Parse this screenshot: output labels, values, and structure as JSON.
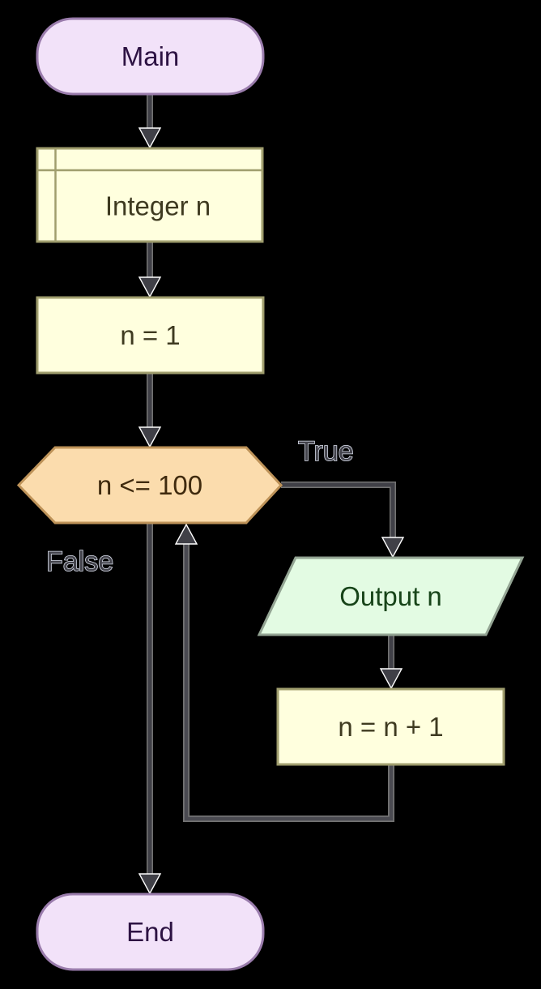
{
  "flowchart": {
    "kind": "flowgorithm-style while loop",
    "nodes": {
      "start": {
        "label": "Main",
        "shape": "terminator"
      },
      "declare": {
        "label": "Integer n",
        "shape": "declare"
      },
      "init": {
        "label": "n = 1",
        "shape": "assignment"
      },
      "loop_condition": {
        "label": "n <= 100",
        "shape": "decision-hexagon"
      },
      "output": {
        "label": "Output n",
        "shape": "parallelogram"
      },
      "increment": {
        "label": "n = n + 1",
        "shape": "assignment"
      },
      "end": {
        "label": "End",
        "shape": "terminator"
      }
    },
    "branch_labels": {
      "true": "True",
      "false": "False"
    },
    "colors": {
      "background": "#000000",
      "terminator_fill": "#F2E2F9",
      "terminator_stroke": "#9A7CAC",
      "terminator_text": "#2D1243",
      "statement_fill": "#FFFFDE",
      "statement_stroke": "#A09E6E",
      "statement_text": "#3E3A20",
      "decision_fill": "#FBDCAD",
      "decision_stroke": "#BE9359",
      "decision_text": "#3F2A0E",
      "output_fill": "#E3FBE3",
      "output_stroke": "#93A493",
      "output_text": "#174419",
      "arrow": "#404047",
      "branch_label_text": "#43434B"
    }
  }
}
